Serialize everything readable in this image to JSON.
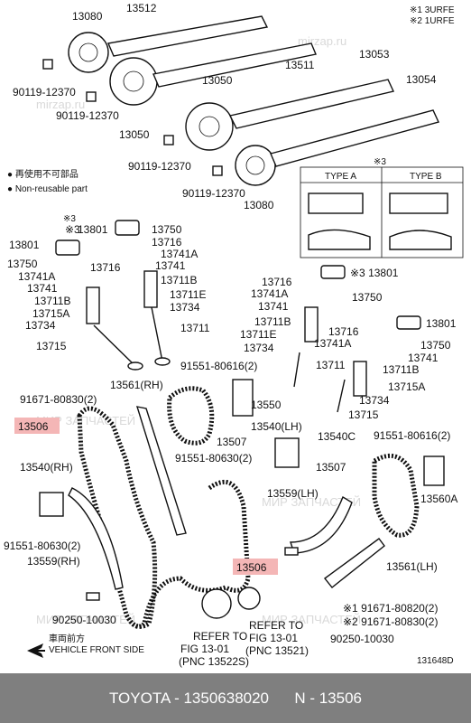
{
  "notes": {
    "note1": "※1 3URFE",
    "note2": "※2 1URFE",
    "note3": "※3"
  },
  "legend": {
    "line_ja": "再使用不可部品",
    "line_en": "Non-reusable part"
  },
  "types": {
    "a": "TYPE A",
    "b": "TYPE B"
  },
  "labels": {
    "p13080a": "13080",
    "p13512": "13512",
    "p13511": "13511",
    "p13053": "13053",
    "p13054": "13054",
    "p13050a": "13050",
    "p13050b": "13050",
    "p13080b": "13080",
    "b90119a": "90119-12370",
    "b90119b": "90119-12370",
    "b90119c": "90119-12370",
    "b90119d": "90119-12370",
    "m13801l": "13801",
    "m13801m": "※3",
    "m13801t": "※3",
    "m13801": "13801",
    "m13750l": "13750",
    "m13741Al": "13741A",
    "m13741l": "13741",
    "m13711Bl": "13711B",
    "m13715Al": "13715A",
    "m13734l": "13734",
    "m13715l": "13715",
    "m13716l": "13716",
    "c13750": "13750",
    "c13716": "13716",
    "c13741A": "13741A",
    "c13741": "13741",
    "c13711B": "13711B",
    "c13711E": "13711E",
    "c13734": "13734",
    "c13711": "13711",
    "r13716": "13716",
    "r13741A": "13741A",
    "r13801": "※3 13801",
    "r13741": "13741",
    "r13750": "13750",
    "r13711B": "13711B",
    "r13711E": "13711E",
    "r13716b": "13716",
    "r13741Ab": "13741A",
    "r13801b": "13801",
    "r13734": "13734",
    "r13750b": "13750",
    "r13741b": "13741",
    "r13711": "13711",
    "r13711Bb": "13711B",
    "r13715A": "13715A",
    "r13734b": "13734",
    "r13715": "13715",
    "g91671": "91671-80830(2)",
    "g13506a": "13506",
    "g13561RH": "13561(RH)",
    "g91551a": "91551-80616(2)",
    "g13550": "13550",
    "g13507a": "13507",
    "g13540LH": "13540(LH)",
    "g13540C": "13540C",
    "g91551b": "91551-80616(2)",
    "g91551c": "91551-80630(2)",
    "g13507b": "13507",
    "g13540RH": "13540(RH)",
    "g13559LH": "13559(LH)",
    "g13560A": "13560A",
    "g91551d": "91551-80630(2)",
    "g13559RH": "13559(RH)",
    "g13506b": "13506",
    "g13561LH": "13561(LH)",
    "g91671b": "※1 91671-80820(2)",
    "g91671c": "※2 91671-80830(2)",
    "g90250a": "90250-10030",
    "g90250b": "90250-10030",
    "ref1a": "REFER TO",
    "ref1b": "FIG 13-01",
    "ref1c": "(PNC 13522S)",
    "ref2a": "REFER TO",
    "ref2b": "FIG 13-01",
    "ref2c": "(PNC 13521)",
    "front_ja": "車両前方",
    "front_en": "VEHICLE FRONT SIDE",
    "fig_id": "131648D"
  },
  "watermark": [
    "mirzap.ru",
    "mirzap.ru",
    "МИР ЗАПЧАСТЕЙ",
    "МИР ЗАПЧАСТЕЙ",
    "МИР ЗАПЧАСТЕЙ",
    "МИР ЗАПЧАСТЕЙ"
  ],
  "footer": {
    "text": "TOYOTA - 1350638020      N - 13506"
  },
  "colors": {
    "highlight": "#f4b6b6",
    "footer_bg": "#7f7f7f"
  }
}
